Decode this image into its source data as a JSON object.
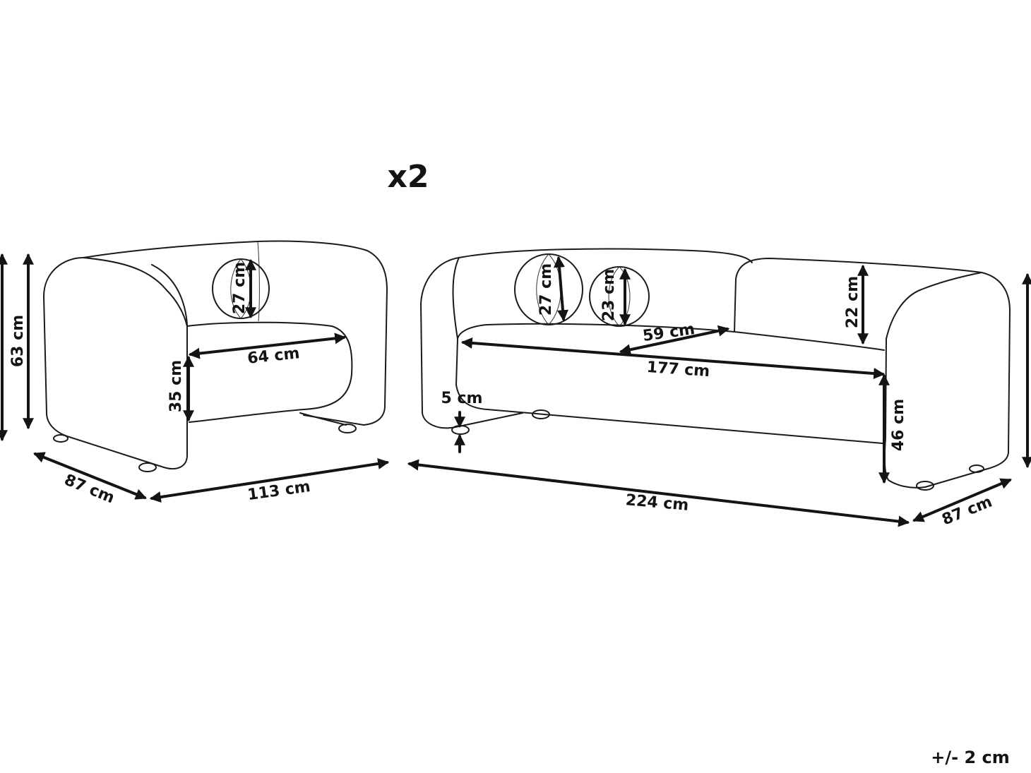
{
  "multiplier": "x2",
  "tolerance": "+/- 2 cm",
  "armchair": {
    "height": "63 cm",
    "cushion_height": "27 cm",
    "seat_width": "64 cm",
    "seat_height": "35 cm",
    "depth": "87 cm",
    "width": "113 cm"
  },
  "sofa": {
    "cushion_large": "27 cm",
    "cushion_small": "23 cm",
    "seat_section_depth": "59 cm",
    "seat_width": "177 cm",
    "back_height": "22 cm",
    "leg_height": "5 cm",
    "seat_height": "46 cm",
    "width": "224 cm",
    "depth": "87 cm"
  }
}
